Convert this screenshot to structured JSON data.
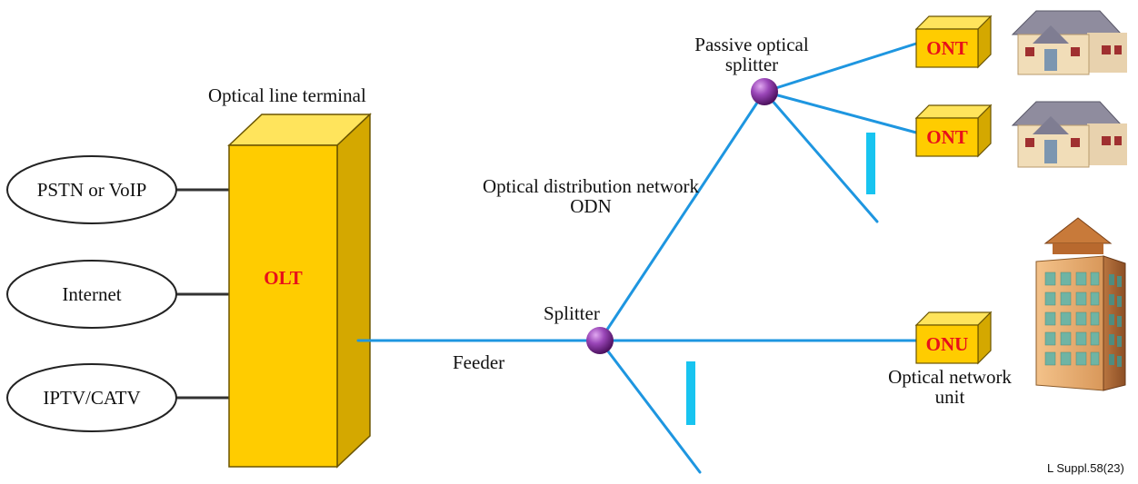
{
  "labels": {
    "olt_title": "Optical line terminal",
    "olt_box": "OLT",
    "passive_splitter_line1": "Passive optical",
    "passive_splitter_line2": "splitter",
    "odn_line1": "Optical distribution network",
    "odn_line2": "ODN",
    "splitter": "Splitter",
    "feeder": "Feeder",
    "onu_line1": "Optical network",
    "onu_line2": "unit",
    "source": "L Suppl.58(23)"
  },
  "services": [
    {
      "label": "PSTN or VoIP"
    },
    {
      "label": "Internet"
    },
    {
      "label": "IPTV/CATV"
    }
  ],
  "terminals": [
    {
      "label": "ONT"
    },
    {
      "label": "ONT"
    },
    {
      "label": "ONU"
    }
  ],
  "colors": {
    "fiber": "#1e96e0",
    "olt_front": "#ffcc00",
    "olt_side": "#d4a800",
    "olt_top": "#ffe45c",
    "label_red": "#e8101a",
    "splitter_dot": "#7a2a90",
    "gap_bar": "#18c4f0"
  }
}
